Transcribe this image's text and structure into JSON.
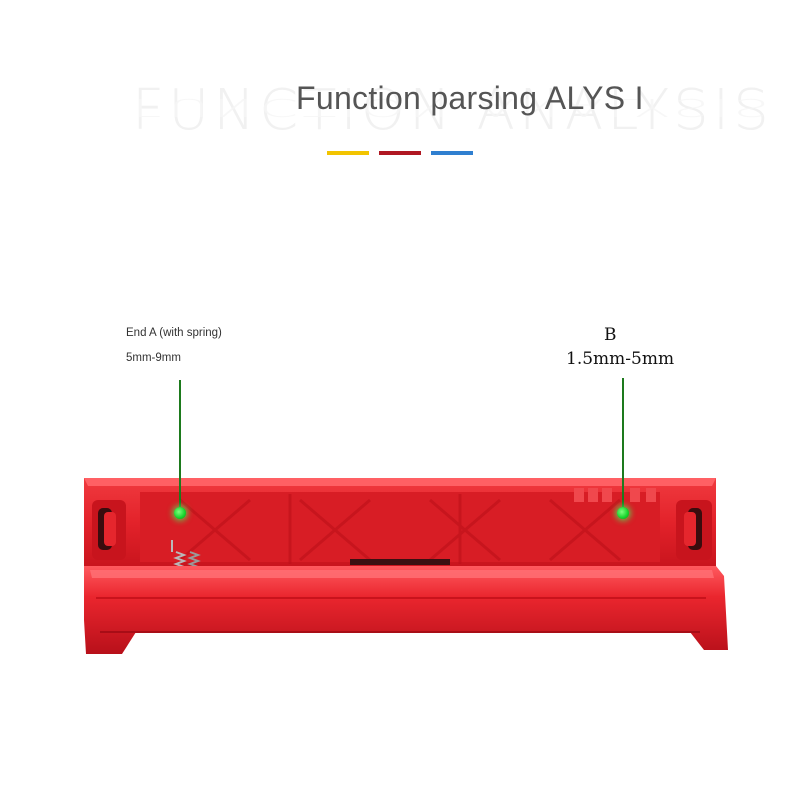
{
  "header": {
    "title": "Function parsing ALYS I"
  },
  "accent_colors": {
    "yellow": "#f2c400",
    "red": "#b01822",
    "blue": "#2f7fd0",
    "product": "#e8202a",
    "marker": "#14d32a"
  },
  "callouts": {
    "end_a": {
      "label": "End A (with spring)",
      "range": "5mm-9mm"
    },
    "end_b": {
      "label": "B",
      "range": "1.5mm-5mm"
    }
  }
}
